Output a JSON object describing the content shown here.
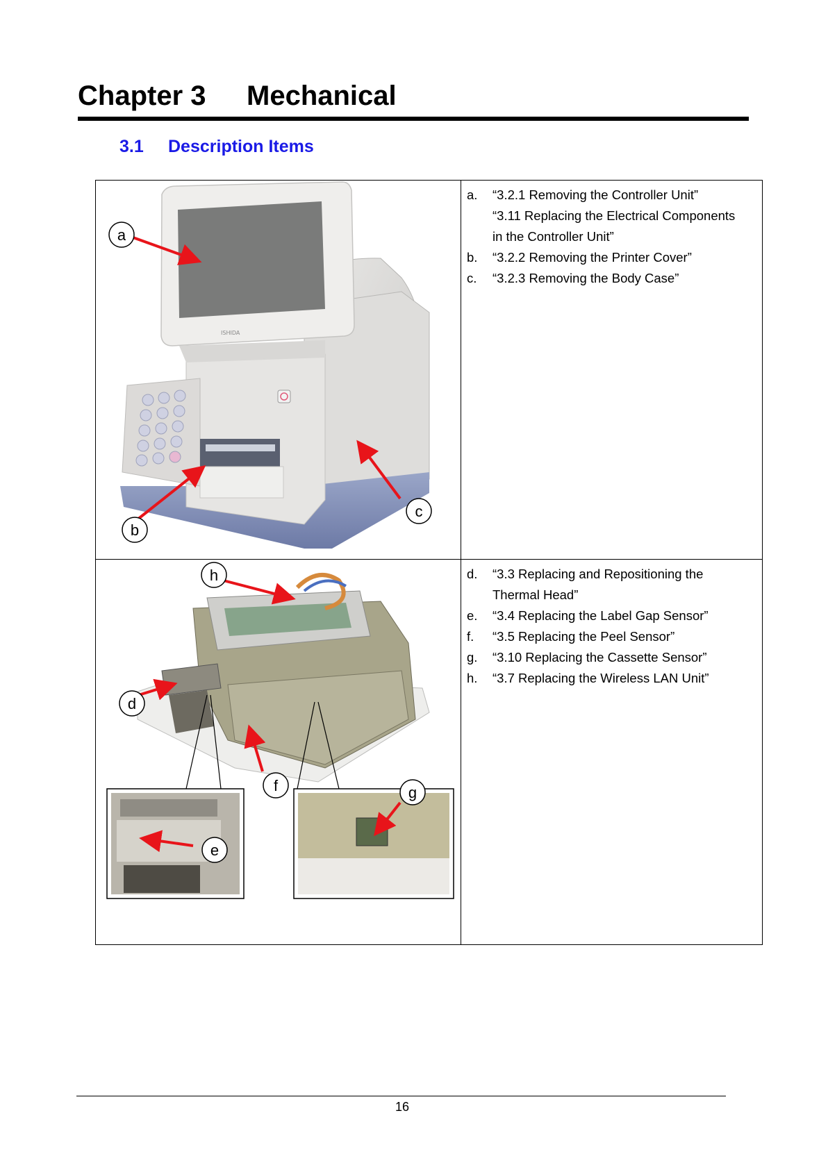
{
  "header": {
    "chapter_number": "Chapter 3",
    "chapter_title": "Mechanical",
    "section_number": "3.1",
    "section_title": "Description Items"
  },
  "figure1": {
    "callouts": {
      "a": "a",
      "b": "b",
      "c": "c"
    },
    "logo_text": "ISHIDA"
  },
  "figure2": {
    "callouts": {
      "d": "d",
      "e": "e",
      "f": "f",
      "g": "g",
      "h": "h"
    }
  },
  "row1_items": [
    {
      "label": "a.",
      "lines": [
        "“3.2.1 Removing the Controller Unit”",
        "“3.11 Replacing the Electrical Components",
        "in the Controller Unit”"
      ]
    },
    {
      "label": "b.",
      "lines": [
        "“3.2.2 Removing the Printer Cover”"
      ]
    },
    {
      "label": "c.",
      "lines": [
        "“3.2.3 Removing the Body Case”"
      ]
    }
  ],
  "row2_items": [
    {
      "label": "d.",
      "lines": [
        "“3.3 Replacing and Repositioning the",
        "Thermal Head”"
      ]
    },
    {
      "label": "e.",
      "lines": [
        "“3.4 Replacing the Label Gap Sensor”"
      ]
    },
    {
      "label": "f.",
      "lines": [
        "“3.5 Replacing the Peel Sensor”"
      ]
    },
    {
      "label": "g.",
      "lines": [
        "“3.10 Replacing the Cassette Sensor”"
      ]
    },
    {
      "label": "h.",
      "lines": [
        "“3.7 Replacing the Wireless LAN Unit”"
      ]
    }
  ],
  "footer": {
    "page_number": "16"
  },
  "colors": {
    "section_blue": "#1a1ae6",
    "arrow_red": "#e8141a"
  }
}
